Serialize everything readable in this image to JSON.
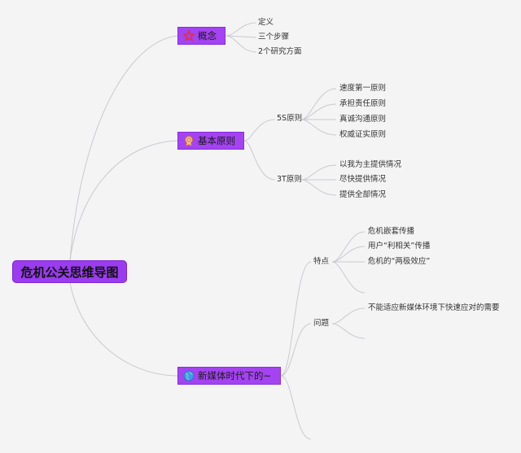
{
  "root": {
    "label": "危机公关思维导图"
  },
  "branches": [
    {
      "label": "概念",
      "icon": "star-icon",
      "children": [
        {
          "label": "定义"
        },
        {
          "label": "三个步骤"
        },
        {
          "label": "2个研究方面"
        }
      ]
    },
    {
      "label": "基本原则",
      "icon": "medal-icon",
      "children": [
        {
          "label": "5S原则",
          "children": [
            "速度第一原则",
            "承担责任原则",
            "真诚沟通原则",
            "权威证实原则"
          ]
        },
        {
          "label": "3T原则",
          "children": [
            "以我为主提供情况",
            "尽快提供情况",
            "提供全部情况"
          ]
        }
      ]
    },
    {
      "label": "新媒体时代下的~",
      "icon": "globe-icon",
      "children": [
        {
          "label": "特点",
          "children": [
            "危机嵌套传播",
            "用户“利相关”传播",
            "危机的“两极效应”",
            ""
          ]
        },
        {
          "label": "问题",
          "children": [
            "不能适应新媒体环境下快速应对的需要",
            ""
          ]
        },
        {
          "label": ""
        }
      ]
    }
  ]
}
